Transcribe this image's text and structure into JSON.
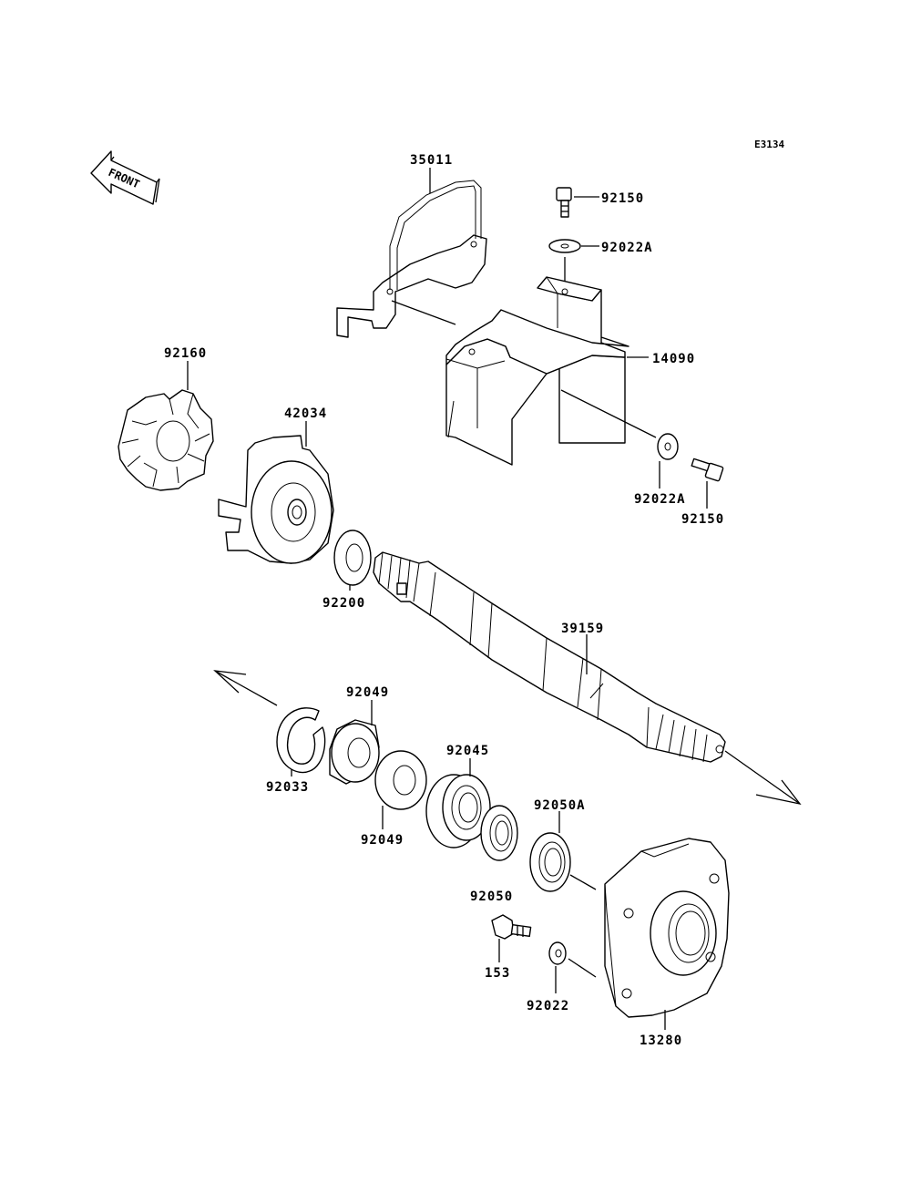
{
  "diagram": {
    "ref_code": "E3134",
    "front_label": "FRONT",
    "parts": {
      "p35011": "35011",
      "p92150_top": "92150",
      "p92022A_top": "92022A",
      "p14090": "14090",
      "p92160": "92160",
      "p42034": "42034",
      "p92022A_bottom": "92022A",
      "p92150_bottom": "92150",
      "p92200": "92200",
      "p39159": "39159",
      "p92049_top": "92049",
      "p92033": "92033",
      "p92049_bottom": "92049",
      "p92045": "92045",
      "p92050A": "92050A",
      "p92050": "92050",
      "p153": "153",
      "p92022": "92022",
      "p13280": "13280"
    }
  }
}
